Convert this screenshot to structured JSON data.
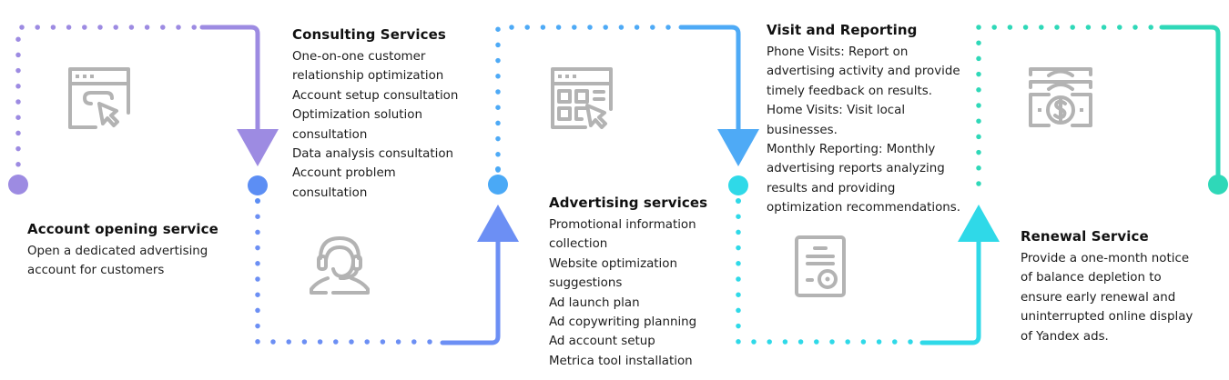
{
  "steps": [
    {
      "title": "Account opening service",
      "lines": [
        "Open a dedicated advertising",
        "account for customers"
      ],
      "icon": "browser-click-icon"
    },
    {
      "title": "Consulting Services",
      "lines": [
        "One-on-one customer",
        "relationship optimization",
        "Account setup consultation",
        "Optimization solution",
        "consultation",
        "Data analysis consultation",
        "Account problem",
        "consultation"
      ],
      "icon": "headset-support-icon"
    },
    {
      "title": "Advertising services",
      "lines": [
        "Promotional information",
        "collection",
        "Website optimization",
        "suggestions",
        "Ad launch plan",
        "Ad copywriting planning",
        "Ad account setup",
        "Metrica tool installation"
      ],
      "icon": "browser-dashboard-icon"
    },
    {
      "title": "Visit and Reporting",
      "lines": [
        "Phone Visits: Report on",
        "advertising activity and provide",
        "timely feedback on results.",
        "Home Visits: Visit local",
        "businesses.",
        "Monthly Reporting: Monthly",
        "advertising reports analyzing",
        "results and providing",
        "optimization recommendations."
      ],
      "icon": "certificate-document-icon"
    },
    {
      "title": "Renewal Service",
      "lines": [
        "Provide a one-month notice",
        "of balance depletion to",
        "ensure early renewal and",
        "uninterrupted online display",
        "of Yandex ads."
      ],
      "icon": "money-bills-icon"
    }
  ],
  "colors": {
    "seg1": "#9d8be2",
    "seg2": "#6c8ff4",
    "seg3": "#4eaaf6",
    "seg4": "#2fd9e8",
    "seg5": "#2fd8b8",
    "node1": "#9d8be2",
    "node2": "#5c8ef4",
    "node3": "#4aa9f6",
    "node4": "#2fd9e8",
    "node5": "#2fd8b8",
    "icon": "#b3b3b3",
    "text": "#1c1c1c"
  }
}
